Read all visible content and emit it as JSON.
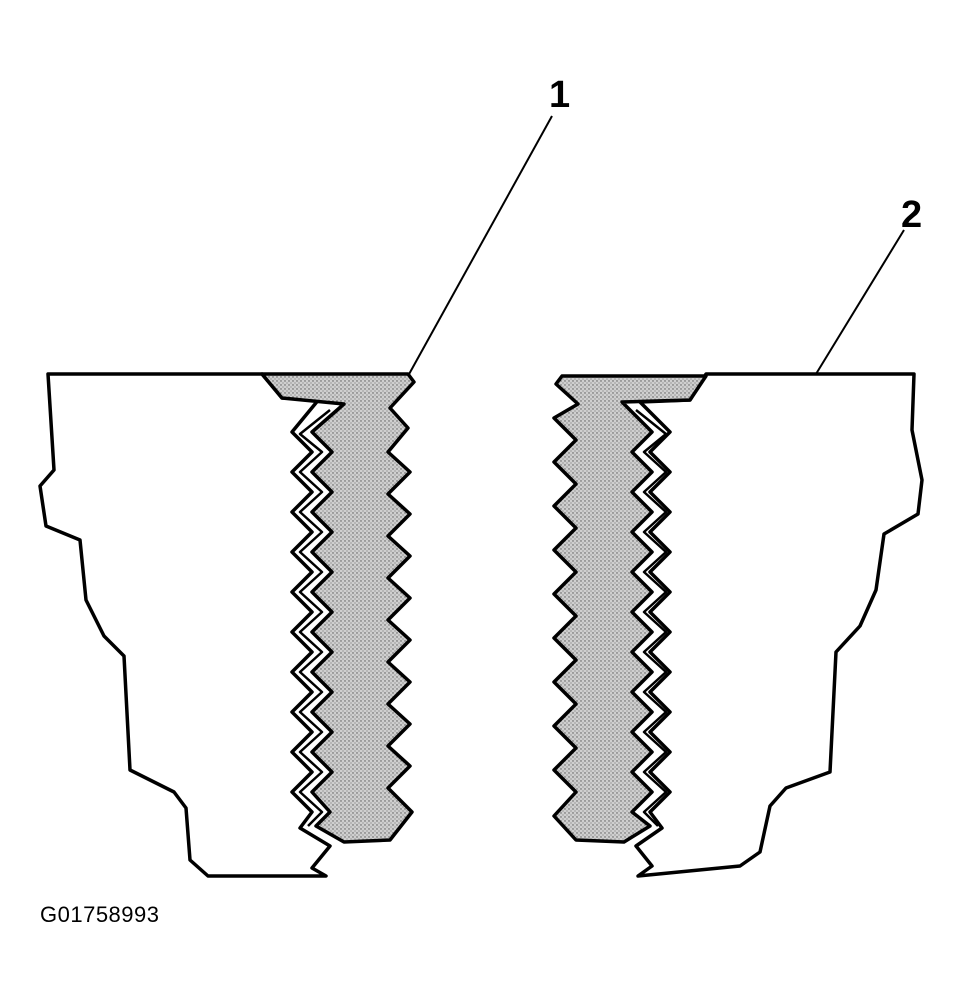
{
  "callouts": {
    "one": "1",
    "two": "2"
  },
  "figure_id": "G01758993",
  "colors": {
    "line": "#000000",
    "sealant_fill": "#c8c8c8",
    "background": "#ffffff"
  }
}
